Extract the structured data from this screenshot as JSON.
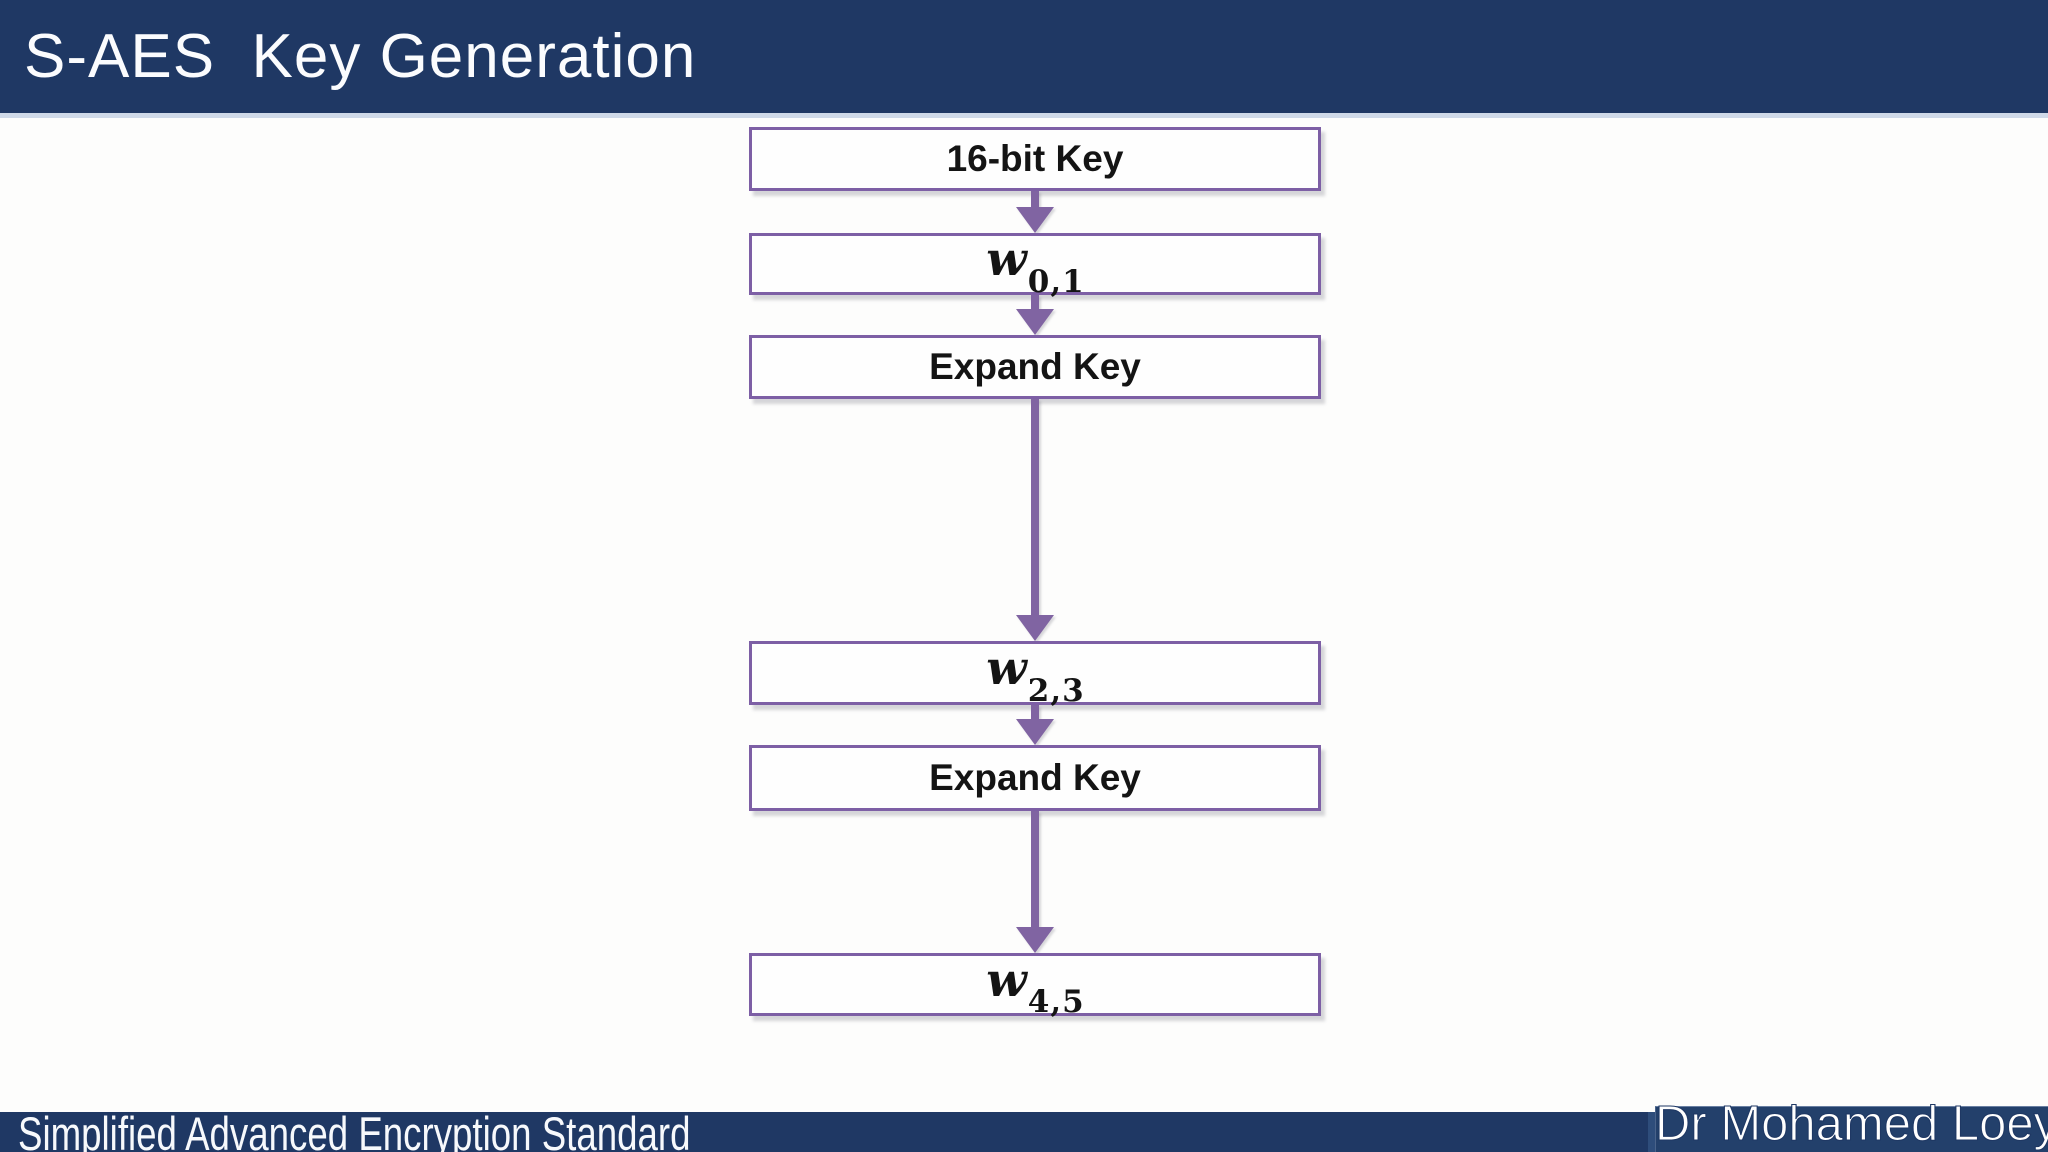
{
  "slide": {
    "title": "S-AES  Key Generation",
    "footer": {
      "left_text": "Simplified Advanced Encryption Standard",
      "right_text": "Dr Mohamed Loey"
    }
  },
  "colors": {
    "header_navy": "#1f3864",
    "header_underline": "#cfd9e8",
    "box_border_purple": "#7d5fa5",
    "arrow_purple": "#8064a2",
    "box_fill": "#fefefe",
    "box_text": "#141414",
    "footer_navy": "#1f3864",
    "footer_name_fill": "#23406b"
  },
  "icons": {
    "flow_arrow": "down-arrow-connector"
  },
  "diagram": {
    "boxes": [
      {
        "id": "key16",
        "label": "16-bit Key"
      },
      {
        "id": "w01",
        "base": "w",
        "sub": "0,1"
      },
      {
        "id": "expand1",
        "label": "Expand Key"
      },
      {
        "id": "w23",
        "base": "w",
        "sub": "2,3"
      },
      {
        "id": "expand2",
        "label": "Expand Key"
      },
      {
        "id": "w45",
        "base": "w",
        "sub": "4,5"
      }
    ],
    "edges": [
      {
        "from": "key16",
        "to": "w01"
      },
      {
        "from": "w01",
        "to": "expand1"
      },
      {
        "from": "expand1",
        "to": "w23"
      },
      {
        "from": "w23",
        "to": "expand2"
      },
      {
        "from": "expand2",
        "to": "w45"
      }
    ]
  }
}
